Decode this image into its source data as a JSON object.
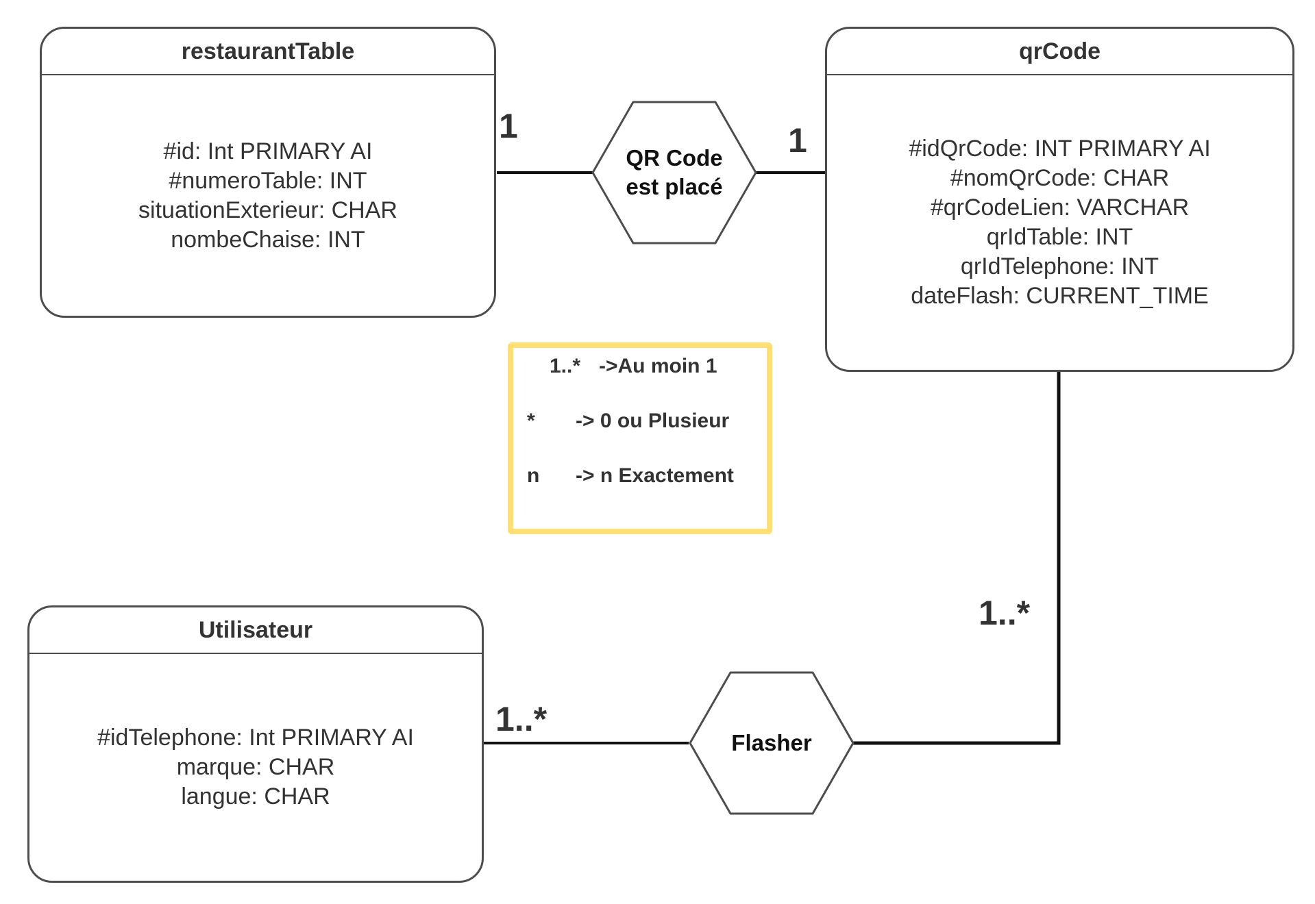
{
  "entities": {
    "restaurant_table": {
      "title": "restaurantTable",
      "attributes": [
        "#id: Int PRIMARY AI",
        "#numeroTable: INT",
        "situationExterieur: CHAR",
        "nombeChaise: INT"
      ]
    },
    "qr_code": {
      "title": "qrCode",
      "attributes": [
        "#idQrCode: INT PRIMARY AI",
        "#nomQrCode: CHAR",
        "#qrCodeLien: VARCHAR",
        "qrIdTable: INT",
        "qrIdTelephone: INT",
        "dateFlash: CURRENT_TIME"
      ]
    },
    "utilisateur": {
      "title": "Utilisateur",
      "attributes": [
        "#idTelephone: Int PRIMARY AI",
        "marque: CHAR",
        "langue: CHAR"
      ]
    }
  },
  "relations": {
    "qr_place": {
      "label": "QR Code\nest placé",
      "cardinality_left": "1",
      "cardinality_right": "1"
    },
    "flasher": {
      "label": "Flasher",
      "cardinality_user": "1..*",
      "cardinality_qrcode": "1..*"
    }
  },
  "legend": {
    "rows": [
      {
        "symbol": "1..*",
        "meaning": "->Au moin 1"
      },
      {
        "symbol": "*",
        "meaning": "-> 0  ou Plusieur"
      },
      {
        "symbol": "n",
        "meaning": "-> n Exactement"
      }
    ]
  },
  "colors": {
    "stroke": "#4d4d4d",
    "line": "#111111",
    "legend_border": "#ffdf73",
    "text": "#333333"
  }
}
